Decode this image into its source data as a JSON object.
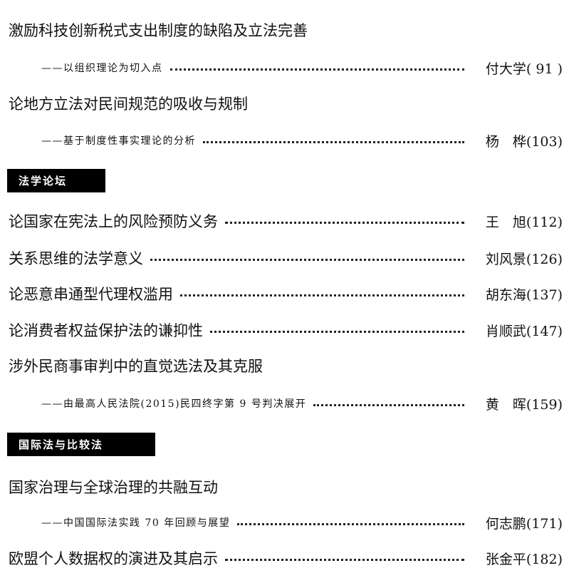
{
  "entries": [
    {
      "title": "激励科技创新税式支出制度的缺陷及立法完善",
      "subtitle": "——以组织理论为切入点",
      "author": "付大学",
      "page": "( 91 )"
    },
    {
      "title": "论地方立法对民间规范的吸收与规制",
      "subtitle": "——基于制度性事实理论的分析",
      "author": "杨　桦",
      "page": "(103)"
    },
    {
      "title": "论国家在宪法上的风险预防义务",
      "author": "王　旭",
      "page": "(112)"
    },
    {
      "title": "关系思维的法学意义",
      "author": "刘风景",
      "page": "(126)"
    },
    {
      "title": "论恶意串通型代理权滥用",
      "author": "胡东海",
      "page": "(137)"
    },
    {
      "title": "论消费者权益保护法的谦抑性",
      "author": "肖顺武",
      "page": "(147)"
    },
    {
      "title": "涉外民商事审判中的直觉选法及其克服",
      "subtitle": "——由最高人民法院(2015)民四终字第 9 号判决展开",
      "author": "黄　晖",
      "page": "(159)"
    },
    {
      "title": "国家治理与全球治理的共融互动",
      "subtitle": "——中国国际法实践 70 年回顾与展望",
      "author": "何志鹏",
      "page": "(171)"
    },
    {
      "title": "欧盟个人数据权的演进及其启示",
      "author": "张金平",
      "page": "(182)"
    }
  ],
  "sections": [
    "法学论坛",
    "国际法与比较法"
  ]
}
